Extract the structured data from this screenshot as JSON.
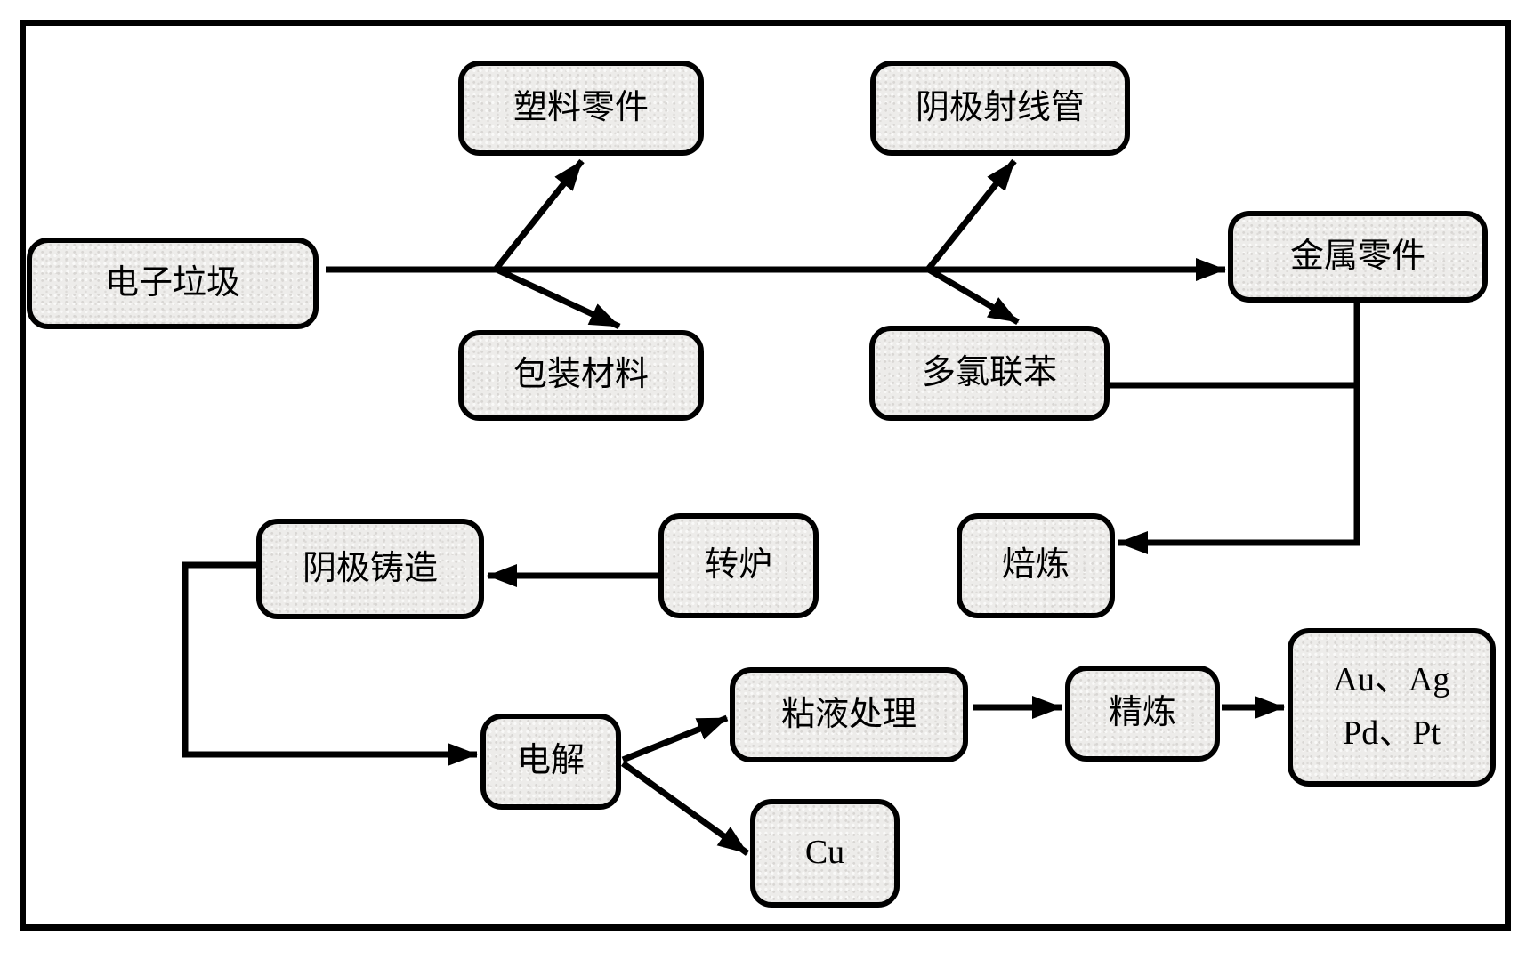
{
  "diagram": {
    "nodes": {
      "electronic_waste": {
        "label": "电子垃圾"
      },
      "plastic_parts": {
        "label": "塑料零件"
      },
      "crt": {
        "label": "阴极射线管"
      },
      "packaging": {
        "label": "包装材料"
      },
      "pcb": {
        "label": "多氯联苯"
      },
      "metal_parts": {
        "label": "金属零件"
      },
      "roasting": {
        "label": "焙炼"
      },
      "converter": {
        "label": "转炉"
      },
      "cathode_casting": {
        "label": "阴极铸造"
      },
      "electrolysis": {
        "label": "电解"
      },
      "slime_treatment": {
        "label": "粘液处理"
      },
      "refining": {
        "label": "精炼"
      },
      "precious_metals": {
        "line1": "Au、Ag",
        "line2": "Pd、Pt"
      },
      "cu": {
        "label": "Cu"
      }
    },
    "edges": [
      {
        "from": "electronic_waste",
        "to": "metal_parts",
        "arrow": true
      },
      {
        "from": "electronic_waste",
        "to": "plastic_parts",
        "arrow": true
      },
      {
        "from": "electronic_waste",
        "to": "packaging",
        "arrow": true
      },
      {
        "from": "electronic_waste",
        "to": "crt",
        "arrow": true
      },
      {
        "from": "electronic_waste",
        "to": "pcb",
        "arrow": true
      },
      {
        "from": "pcb",
        "to": "metal_parts",
        "arrow": false
      },
      {
        "from": "metal_parts",
        "to": "roasting",
        "arrow": true
      },
      {
        "from": "converter",
        "to": "cathode_casting",
        "arrow": true
      },
      {
        "from": "cathode_casting",
        "to": "electrolysis",
        "arrow": true
      },
      {
        "from": "electrolysis",
        "to": "slime_treatment",
        "arrow": true
      },
      {
        "from": "electrolysis",
        "to": "cu",
        "arrow": true
      },
      {
        "from": "slime_treatment",
        "to": "refining",
        "arrow": true
      },
      {
        "from": "refining",
        "to": "precious_metals",
        "arrow": true
      }
    ]
  },
  "colors": {
    "line": "#000000",
    "node_border": "#000000",
    "node_fill": "#edecea",
    "background": "#ffffff"
  }
}
